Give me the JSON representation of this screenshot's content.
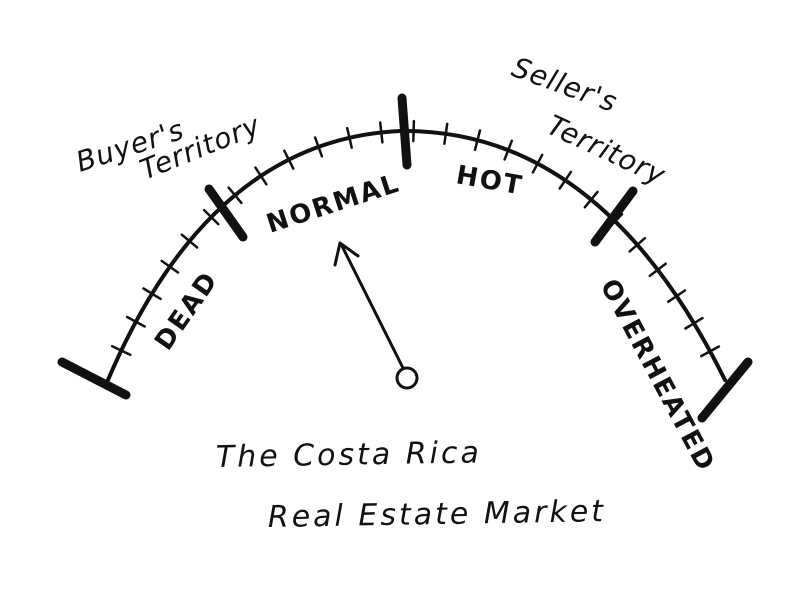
{
  "diagram": {
    "type": "gauge",
    "zones": [
      {
        "id": "dead",
        "label": "DEAD"
      },
      {
        "id": "normal",
        "label": "NORMAL"
      },
      {
        "id": "hot",
        "label": "HOT"
      },
      {
        "id": "overheated",
        "label": "OVERHEATED"
      }
    ],
    "territories": {
      "buyers": {
        "line1": "Buyer's",
        "line2": "Territory"
      },
      "sellers": {
        "line1": "Seller's",
        "line2": "Territory"
      }
    },
    "caption": {
      "line1": "The Costa Rica",
      "line2": "Real Estate Market"
    },
    "ink_color": "#111111",
    "background_color": "#ffffff"
  }
}
